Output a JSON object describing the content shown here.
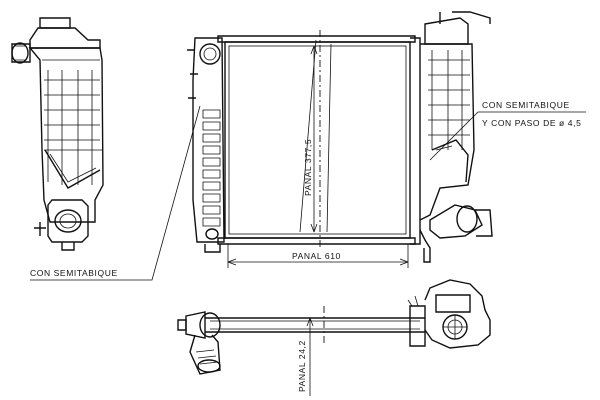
{
  "labels": {
    "semitabique_left": "CON  SEMITABIQUE",
    "semitabique_right_line1": "CON  SEMITABIQUE",
    "semitabique_right_line2": "Y CON PASO DE ø 4,5"
  },
  "dimensions": {
    "width": "PANAL  610",
    "height": "PANAL  377,5",
    "depth": "PANAL  24,2"
  }
}
